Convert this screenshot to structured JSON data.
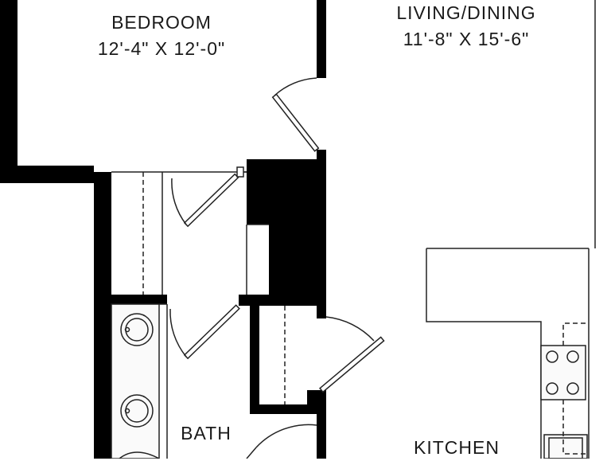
{
  "rooms": {
    "bedroom": {
      "name": "BEDROOM",
      "dimensions": "12'-4\" X 12'-0\""
    },
    "living_dining": {
      "name": "LIVING/DINING",
      "dimensions": "11'-8\" X 15'-6\""
    },
    "bath": {
      "name": "BATH"
    },
    "kitchen": {
      "name": "KITCHEN"
    }
  },
  "colors": {
    "wall": "#000000",
    "line": "#222222",
    "background": "#ffffff",
    "fixture_fill": "#f2f2f2"
  }
}
